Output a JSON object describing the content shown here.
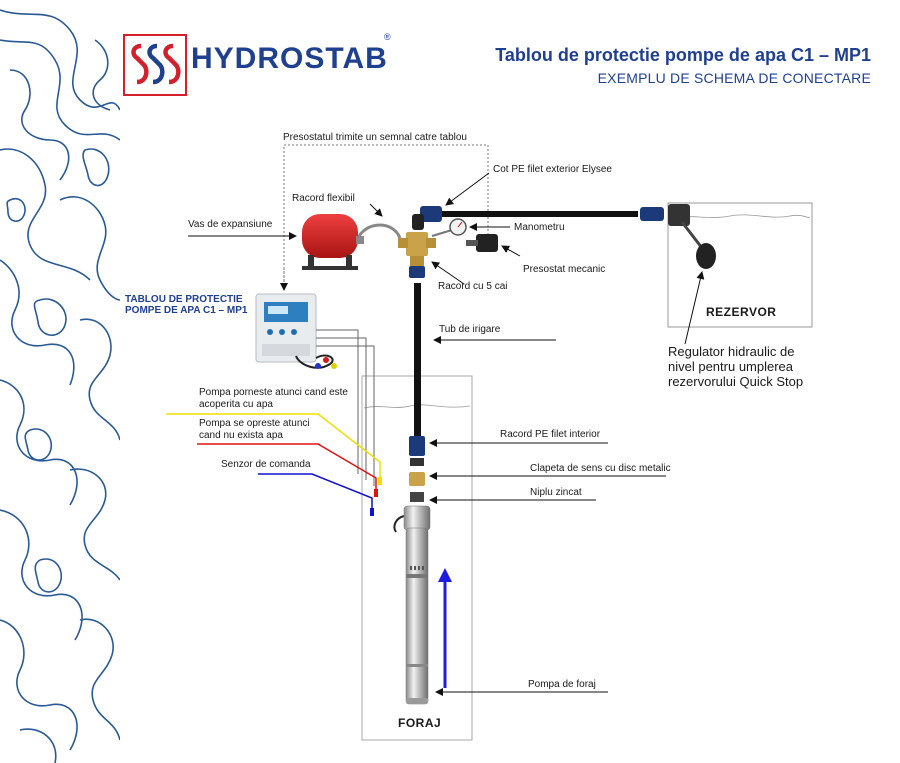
{
  "header": {
    "brand": "HYDROSTAB",
    "registered": "®",
    "title": "Tablou de protectie pompe de apa C1 – MP1",
    "subtitle": "EXEMPLU DE SCHEMA DE CONECTARE"
  },
  "labels": {
    "pressure_signal": "Presostatul trimite un semnal catre tablou",
    "flex_fitting": "Racord flexibil",
    "elbow": "Cot PE filet exterior Elysee",
    "expansion_vessel": "Vas de expansiune",
    "manometer": "Manometru",
    "pressure_switch": "Presostat mecanic",
    "five_way": "Racord cu 5 cai",
    "panel_line1": "TABLOU DE PROTECTIE",
    "panel_line2": "POMPE DE APA C1 – MP1",
    "irrigation_tube": "Tub de irigare",
    "tank": "REZERVOR",
    "regulator": "Regulator hidraulic de nivel pentru umplerea rezervorului Quick Stop",
    "pump_starts": "Pompa porneste atunci cand este acoperita cu apa",
    "pump_stops": "Pompa se opreste atunci cand nu exista apa",
    "control_sensor": "Senzor de comanda",
    "pe_fitting": "Racord PE filet interior",
    "check_valve": "Clapeta de sens cu disc metalic",
    "nipple": "Niplu zincat",
    "well_pump": "Pompa de foraj",
    "well": "FORAJ"
  },
  "colors": {
    "brand_blue": "#1f3f8f",
    "brand_red": "#d3202a",
    "pipe": "#111111",
    "flow_arrow": "#1d1de0",
    "wire_yellow": "#f0e000",
    "wire_red": "#e01010",
    "wire_blue": "#1010d0",
    "vessel_red": "#d42424",
    "pattern": "#2a5a96"
  },
  "icons": [
    "hydrostab-logo-icon",
    "expansion-vessel-icon",
    "control-panel-icon",
    "float-valve-icon",
    "submersible-pump-icon",
    "flow-arrow-icon"
  ]
}
